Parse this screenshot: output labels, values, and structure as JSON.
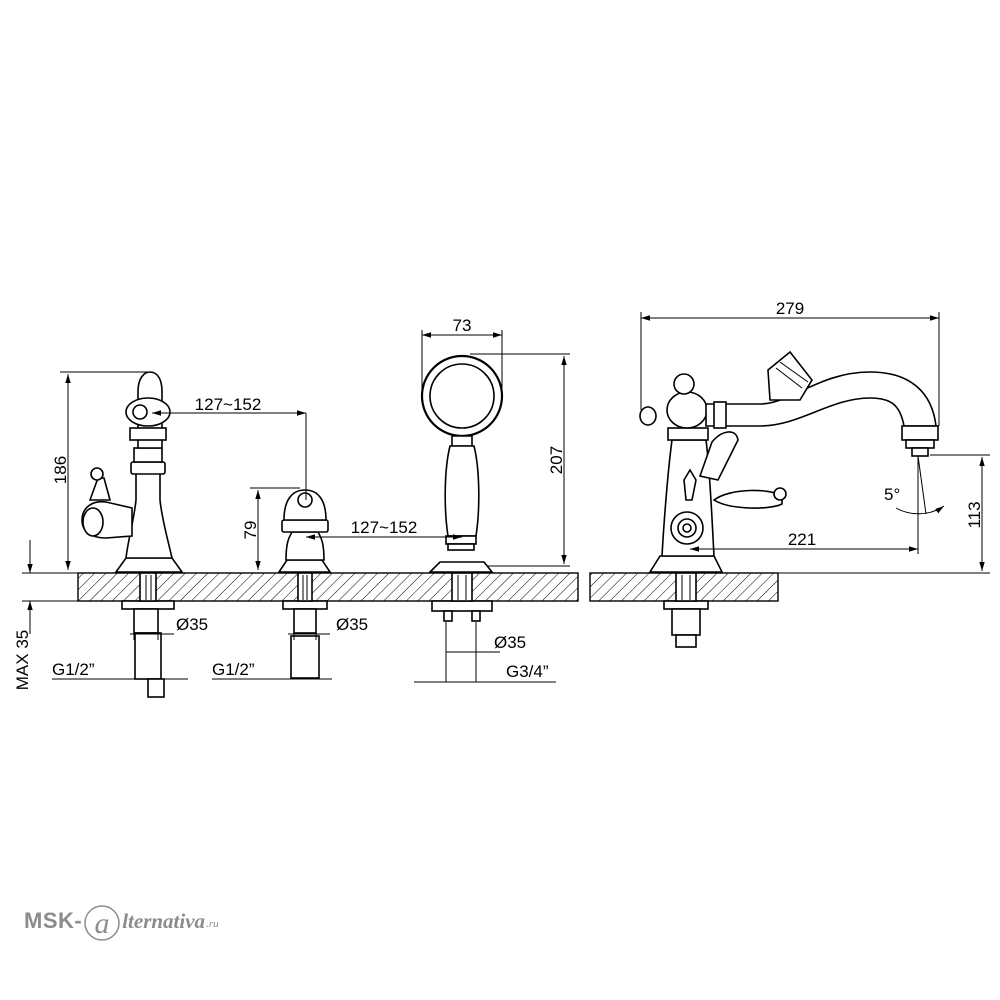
{
  "dimensions": {
    "spout_height": "186",
    "spacing_1": "127~152",
    "lever_height": "79",
    "spacing_2": "127~152",
    "handshower_width": "73",
    "handshower_height": "207",
    "max_deck": "MAX 35",
    "dia_1": "Ø35",
    "dia_2": "Ø35",
    "dia_3": "Ø35",
    "thread_1": "G1/2”",
    "thread_2": "G1/2”",
    "thread_3": "G3/4”",
    "spout_length": "279",
    "spout_reach": "221",
    "spout_outlet_height": "113",
    "spout_angle": "5°"
  },
  "watermark": {
    "left": "MSK-",
    "right": "lternativa",
    "suffix": ".ru"
  },
  "colors": {
    "line": "#000000",
    "watermark": "#8c8c8c",
    "background": "#ffffff"
  }
}
